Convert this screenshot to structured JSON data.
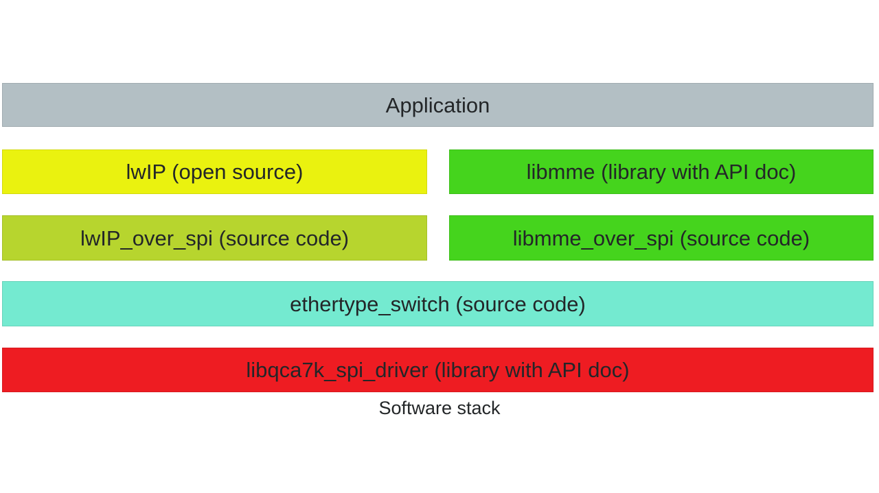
{
  "stack": {
    "caption": "Software stack",
    "text_color": "#232628",
    "layers": {
      "application": {
        "label": "Application",
        "color": "#b3bfc4"
      },
      "lwip": {
        "label": "lwIP (open source)",
        "color": "#eaf20f"
      },
      "libmme": {
        "label": "libmme (library with API doc)",
        "color": "#45d41d"
      },
      "lwip_over_spi": {
        "label": "lwIP_over_spi (source code)",
        "color": "#b7d52e"
      },
      "libmme_over_spi": {
        "label": "libmme_over_spi (source code)",
        "color": "#45d41d"
      },
      "ethertype_switch": {
        "label": "ethertype_switch (source code)",
        "color": "#74ead0"
      },
      "libqca7k_spi_driver": {
        "label": "libqca7k_spi_driver (library with API doc)",
        "color": "#ee1c22"
      }
    }
  }
}
